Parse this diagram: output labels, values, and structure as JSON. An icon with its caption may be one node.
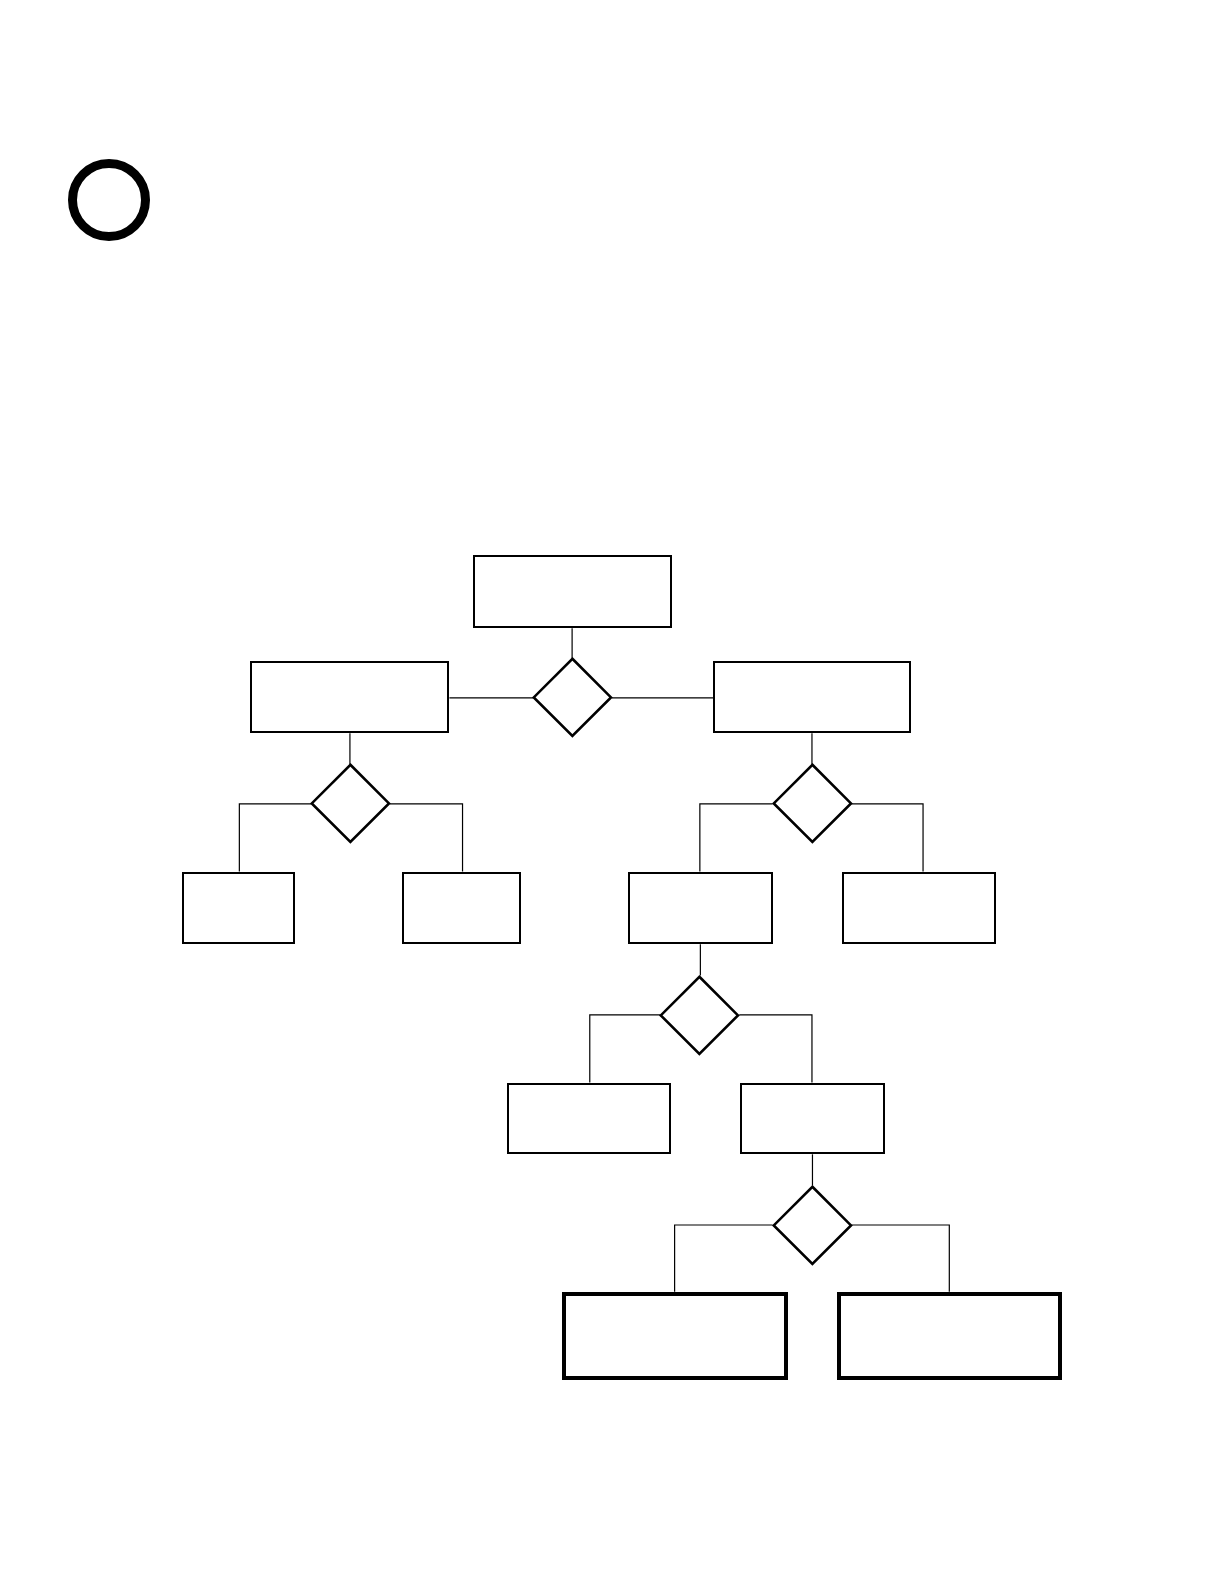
{
  "diagram": {
    "nodes": [
      {
        "text": [],
        "shape": "circle"
      },
      {
        "text": [],
        "shape": "box"
      },
      {
        "text": [],
        "shape": "box"
      },
      {
        "text": [],
        "shape": "diamond"
      },
      {
        "text": [],
        "shape": "box"
      },
      {
        "text": [],
        "shape": "diamond"
      },
      {
        "text": [],
        "shape": "diamond"
      },
      {
        "text": [],
        "shape": "box"
      },
      {
        "text": [],
        "shape": "box"
      },
      {
        "text": [],
        "shape": "box"
      },
      {
        "text": [],
        "shape": "box"
      },
      {
        "text": [],
        "shape": "diamond"
      },
      {
        "text": [],
        "shape": "box"
      },
      {
        "text": [],
        "shape": "box"
      },
      {
        "text": [],
        "shape": "diamond"
      },
      {
        "text": [],
        "shape": "box"
      },
      {
        "text": [],
        "shape": "box"
      }
    ],
    "edges": [
      {
        "from": 1,
        "to": 3,
        "arrow": "none"
      },
      {
        "from": 3,
        "to": 2,
        "arrow": "none"
      },
      {
        "from": 3,
        "to": 4,
        "arrow": "none"
      },
      {
        "from": 2,
        "to": 5,
        "arrow": "none"
      },
      {
        "from": 5,
        "to": 7,
        "arrow": "none"
      },
      {
        "from": 5,
        "to": 8,
        "arrow": "none"
      },
      {
        "from": 4,
        "to": 6,
        "arrow": "none"
      },
      {
        "from": 6,
        "to": 9,
        "arrow": "none"
      },
      {
        "from": 6,
        "to": 10,
        "arrow": "none"
      },
      {
        "from": 9,
        "to": 11,
        "arrow": "none"
      },
      {
        "from": 11,
        "to": 12,
        "arrow": "none"
      },
      {
        "from": 11,
        "to": 13,
        "arrow": "none"
      },
      {
        "from": 13,
        "to": 14,
        "arrow": "none"
      },
      {
        "from": 14,
        "to": 15,
        "arrow": "none"
      },
      {
        "from": 14,
        "to": 16,
        "arrow": "none"
      }
    ]
  }
}
